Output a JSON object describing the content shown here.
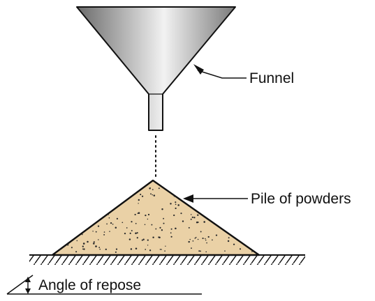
{
  "labels": {
    "funnel": "Funnel",
    "pile": "Pile of powders",
    "angle": "Angle of repose"
  },
  "colors": {
    "stroke": "#111111",
    "powder": "#ead1a6",
    "speckle": "#2b2b2b",
    "funnel_dark": "#6b6b6b",
    "funnel_light": "#f2f2f2"
  }
}
